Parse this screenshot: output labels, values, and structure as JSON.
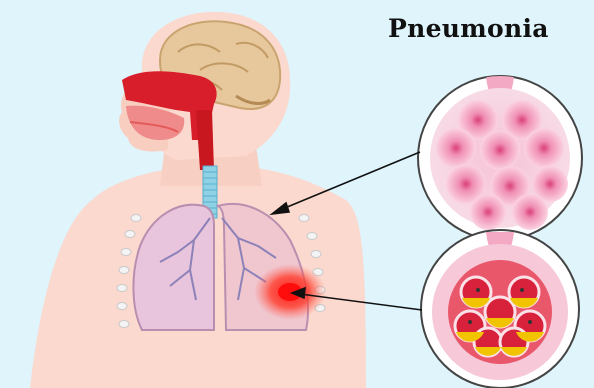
{
  "title": "Pneumonia",
  "colors": {
    "background": "#dff4fb",
    "skin": "#fbd9cf",
    "skin_shadow": "#f2bfb2",
    "lung": "#e9c4dd",
    "lung_edge": "#b98fb0",
    "trachea": "#8fd2e6",
    "throat": "#d81e2b",
    "brain": "#d9b88e",
    "alveoli_healthy": "#f4a7c4",
    "alveoli_infected": "#e2334a",
    "infection": "#ff1a1a",
    "fluid": "#f2c300",
    "arrow": "#111111"
  },
  "icons": {
    "body": "human-torso-illustration",
    "lungs": "lungs-illustration",
    "healthy_alveoli": "healthy-alveoli-zoom-icon",
    "infected_alveoli": "infected-alveoli-zoom-icon"
  }
}
